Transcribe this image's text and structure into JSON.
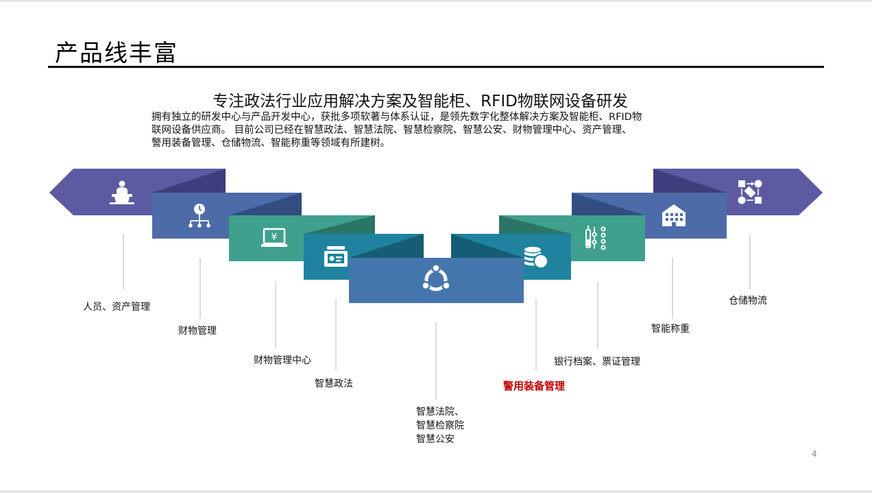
{
  "slide": {
    "title": "产品线丰富",
    "subtitle": "专注政法行业应用解决方案及智能柜、RFID物联网设备研发",
    "description": [
      "拥有独立的研发中心与产品开发中心，获批多项软著与体系认证，是领先数字化整体解决方案及智能柜、RFID物",
      "联网设备供应商。 目前公司已经在智慧政法、智慧法院、智慧检察院、智慧公安、财物管理中心、资产管理、",
      "警用装备管理、仓储物流、智能称重等领域有所建树。"
    ],
    "page_number": "4"
  },
  "colors": {
    "purple": "#5c5aa1",
    "purple_dark": "#3f3d7b",
    "blue": "#4d6ba8",
    "blue_dark": "#324d80",
    "green": "#3fa08e",
    "green_dark": "#2b7568",
    "teal": "#1f83a0",
    "teal_dark": "#155d74",
    "center": "#4476ad",
    "highlight": "#c00000"
  },
  "products": [
    {
      "id": "personnel",
      "label": [
        "人员、资产管理"
      ],
      "icon": "speaker-podium-icon"
    },
    {
      "id": "finance",
      "label": [
        "财物管理"
      ],
      "icon": "clock-network-icon"
    },
    {
      "id": "finance-center",
      "label": [
        "财物管理中心"
      ],
      "icon": "yen-laptop-icon"
    },
    {
      "id": "smart-law",
      "label": [
        "智慧政法"
      ],
      "icon": "id-card-icon"
    },
    {
      "id": "court",
      "label": [
        "智慧法院、",
        "智慧检察院",
        "智慧公安"
      ],
      "icon": "ubuntu-circle-icon"
    },
    {
      "id": "police-equipment",
      "label": [
        "警用装备管理"
      ],
      "icon": "coin-stack-icon",
      "highlight": true
    },
    {
      "id": "bank",
      "label": [
        "银行档案、票证管理"
      ],
      "icon": "sliders-icon"
    },
    {
      "id": "weighing",
      "label": [
        "智能称重"
      ],
      "icon": "building-icon"
    },
    {
      "id": "warehouse",
      "label": [
        "仓储物流"
      ],
      "icon": "workflow-icon"
    }
  ]
}
